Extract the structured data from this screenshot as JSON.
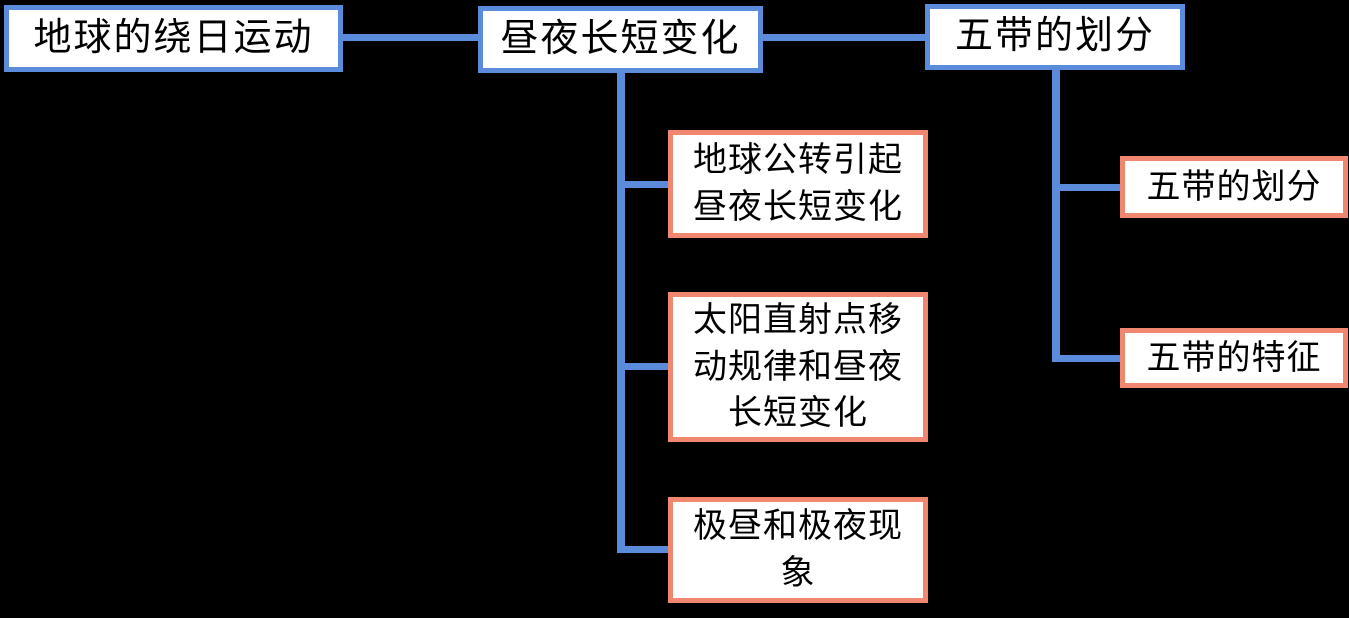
{
  "diagram": {
    "background_color": "#000000",
    "node_background_color": "#ffffff",
    "text_color": "#000000",
    "parent_border_color": "#5b8cdb",
    "child_border_color": "#f0876e",
    "connector_color": "#5b8cdb",
    "root": {
      "label": "地球的绕日运动"
    },
    "topics": [
      {
        "label": "昼夜长短变化",
        "children": [
          {
            "label": "地球公转引起昼夜长短变化"
          },
          {
            "label": "太阳直射点移动规律和昼夜长短变化"
          },
          {
            "label": "极昼和极夜现象"
          }
        ]
      },
      {
        "label": "五带的划分",
        "children": [
          {
            "label": "五带的划分"
          },
          {
            "label": "五带的特征"
          }
        ]
      }
    ]
  }
}
